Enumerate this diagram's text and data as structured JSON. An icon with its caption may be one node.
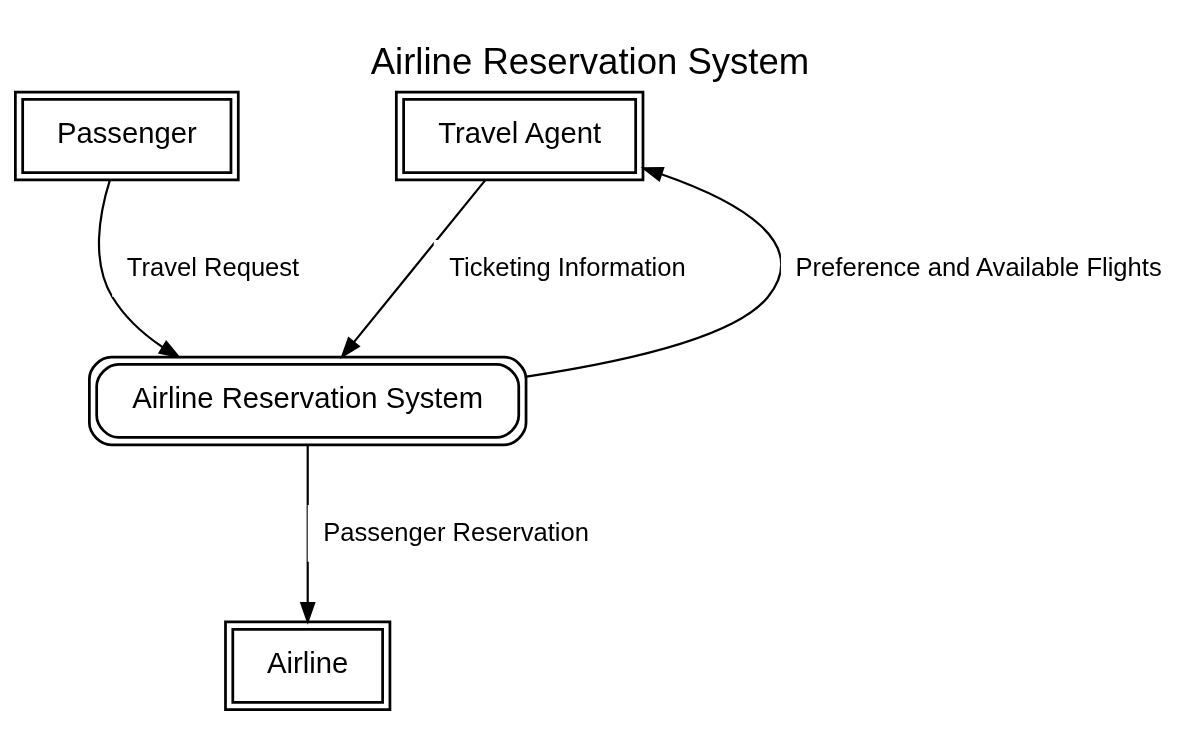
{
  "diagram": {
    "title": "Airline Reservation System",
    "nodes": [
      {
        "text": [
          "Passenger"
        ]
      },
      {
        "text": [
          "Travel Agent"
        ]
      },
      {
        "text": [
          "Airline Reservation System"
        ]
      },
      {
        "text": [
          "Airline"
        ]
      }
    ],
    "edges": [
      {
        "from": 0,
        "to": 2,
        "arrow": "to",
        "label": "Travel Request"
      },
      {
        "from": 2,
        "to": 1,
        "arrow": "to",
        "label": "Preference and Available Flights"
      },
      {
        "from": 1,
        "to": 2,
        "arrow": "to",
        "label": "Ticketing Information"
      },
      {
        "from": 2,
        "to": 3,
        "arrow": "to",
        "label": "Passenger Reservation"
      }
    ]
  }
}
